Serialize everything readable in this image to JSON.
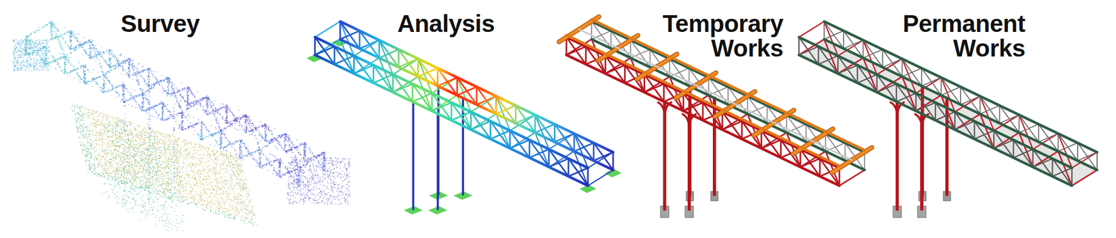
{
  "diagram": {
    "labels": [
      "Survey",
      "Analysis",
      "Temporary Works",
      "Permanent Works"
    ]
  }
}
